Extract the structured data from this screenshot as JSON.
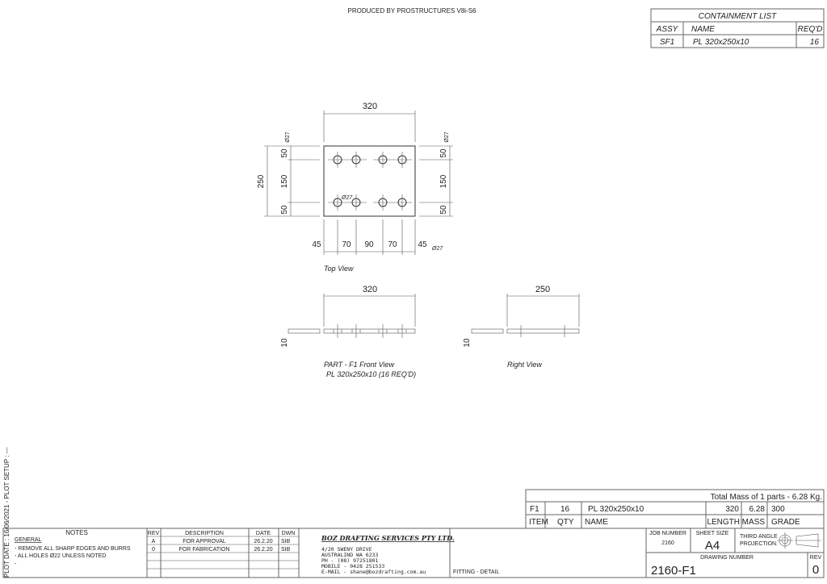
{
  "header": {
    "produced_by": "PRODUCED BY PROSTRUCTURES V8i-S6"
  },
  "containment_list": {
    "title": "CONTAINMENT LIST",
    "headers": [
      "ASSY",
      "NAME",
      "REQ'D"
    ],
    "rows": [
      [
        "SF1",
        "PL 320x250x10",
        "16"
      ]
    ]
  },
  "top_view": {
    "label": "Top View",
    "width": "320",
    "height": "250",
    "left_dims": [
      "50",
      "150",
      "50"
    ],
    "right_dims": [
      "50",
      "150",
      "50"
    ],
    "bottom_dims": [
      "45",
      "70",
      "90",
      "70",
      "45"
    ],
    "hole_dia": "Ø27"
  },
  "front_view": {
    "label": "PART - F1 Front View",
    "sublabel": "PL 320x250x10 (16 REQ'D)",
    "width": "320",
    "thickness": "10"
  },
  "right_view": {
    "label": "Right View",
    "width": "250",
    "thickness": "10"
  },
  "parts_list": {
    "total_mass": "Total Mass of 1 parts - 6.28 Kg.",
    "row": {
      "item": "F1",
      "qty": "16",
      "name": "PL 320x250x10",
      "length": "320",
      "mass": "6.28",
      "grade": "300"
    },
    "headers": {
      "item": "ITEM",
      "qty": "QTY",
      "name": "NAME",
      "length": "LENGTH",
      "mass": "MASS",
      "grade": "GRADE"
    }
  },
  "notes": {
    "title": "NOTES",
    "general": "GENERAL",
    "items": [
      "- REMOVE ALL SHARP EDGES AND BURRS",
      "- ALL HOLES Ø22 UNLESS NOTED",
      "-"
    ]
  },
  "revisions": {
    "headers": [
      "REV",
      "DESCRIPTION",
      "DATE",
      "DWN"
    ],
    "rows": [
      [
        "A",
        "FOR APPROVAL",
        "26.2.20",
        "SIB"
      ],
      [
        "0",
        "FOR FABRICATION",
        "26.2.20",
        "SIB"
      ]
    ]
  },
  "company": {
    "name": "BOZ DRAFTING SERVICES PTY LTD.",
    "lines": [
      "4/20 SWENY DRIVE",
      "AUSTRALIND WA 6233",
      "PH - (08) 97251801",
      "MOBILE - 0428 251533",
      "E-MAIL - shane@bozdrafting.com.au"
    ]
  },
  "title_block": {
    "drawing_title": "FITTING - DETAIL",
    "job_number_label": "JOB NUMBER",
    "job_number": "2160",
    "sheet_size_label": "SHEET SIZE",
    "sheet_size": "A4",
    "projection": [
      "THIRD ANGLE",
      "PROJECTION."
    ],
    "drawing_number_label": "DRAWING NUMBER",
    "drawing_number": "2160-F1",
    "rev_label": "REV",
    "rev": "0"
  },
  "side_label": "PLOT DATE : 16/06/2021 - PLOT SETUP : ---"
}
